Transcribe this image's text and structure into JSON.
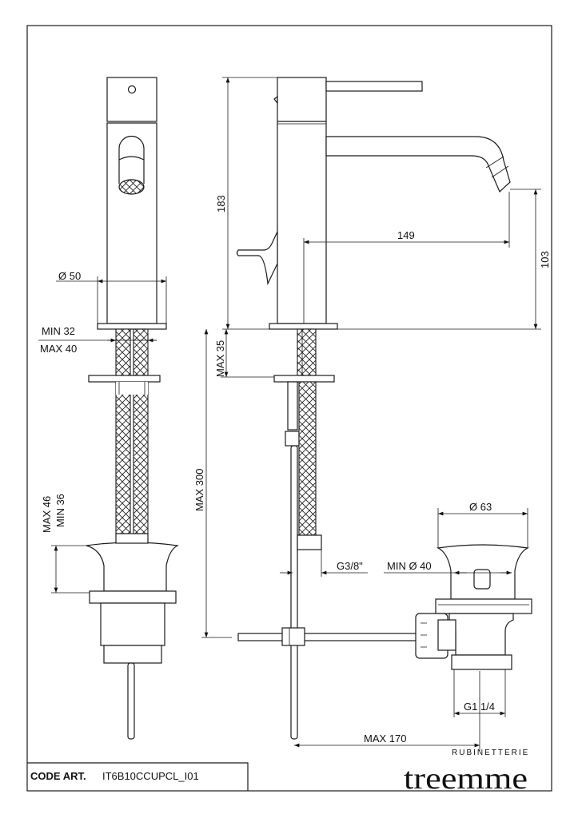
{
  "title_block": {
    "code_label": "CODE ART.",
    "code_value": "IT6B10CCUPCL_I01",
    "brand_sub": "RUBINETTERIE",
    "brand_name": "treemme"
  },
  "dimensions": {
    "diameter_body": "Ø  50",
    "min_32": "MIN 32",
    "max_40": "MAX 40",
    "height_183": "183",
    "reach_149": "149",
    "spout_103": "103",
    "max_35": "MAX 35",
    "max_300": "MAX 300",
    "max_46": "MAX 46",
    "min_36": "MIN 36",
    "diameter_63": "Ø  63",
    "g38": "G3/8\"",
    "min_diam_40": "MIN Ø  40",
    "g114": "G1 1/4",
    "max_170": "MAX 170"
  }
}
